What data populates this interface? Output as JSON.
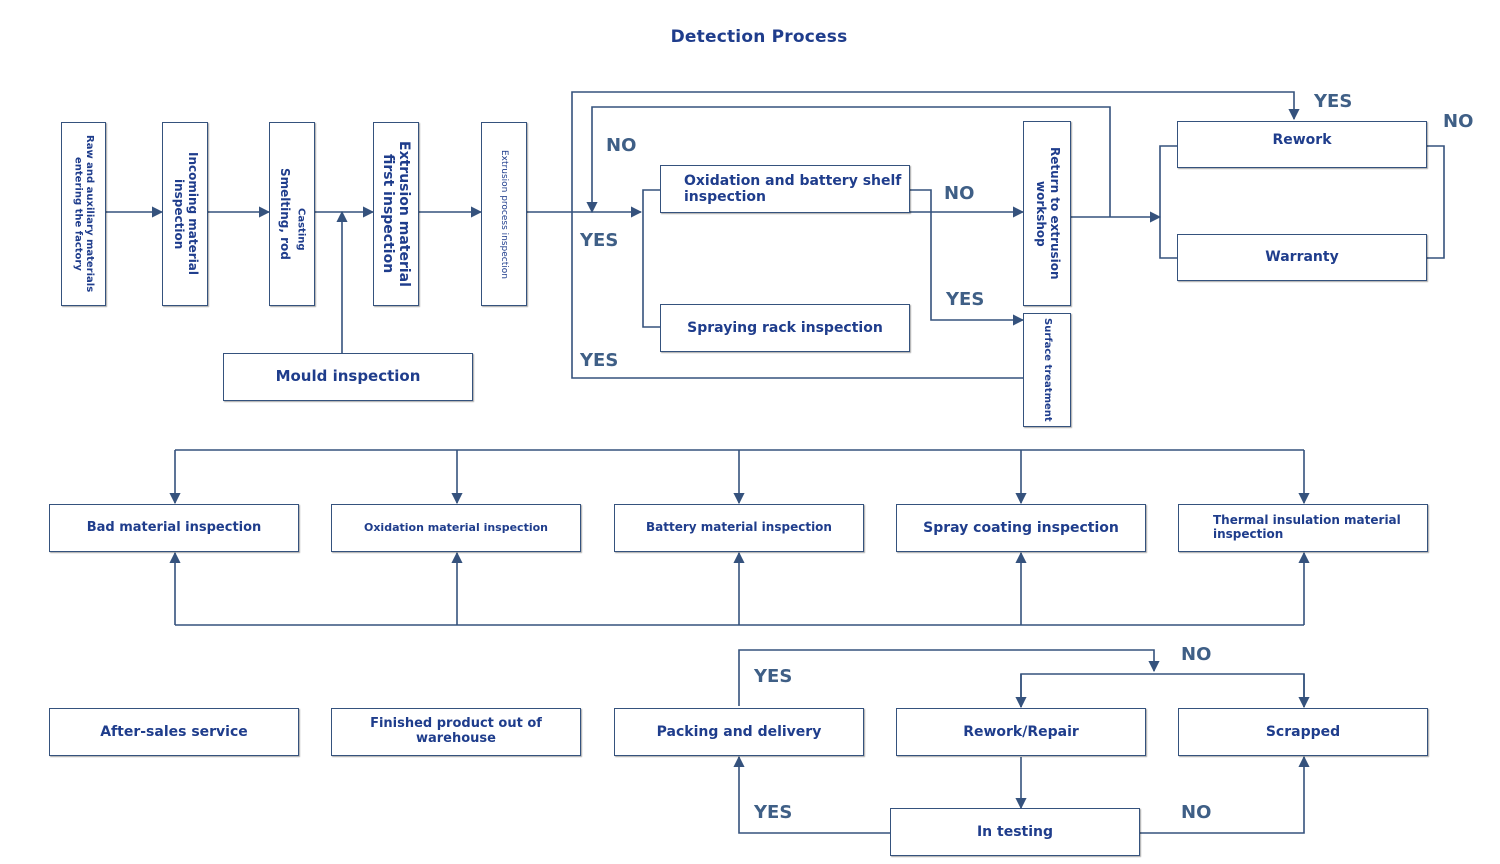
{
  "title": "Detection Process",
  "boxes": {
    "raw": "Raw and auxiliary materials entering the factory",
    "incoming": "Incoming material inspection",
    "smelting": "Smelting, rod",
    "casting": "Casting",
    "extrusion_first": "Extrusion material first inspection",
    "extrusion_process": "Extrusion process inspection",
    "mould": "Mould inspection",
    "oxidation_battery": "Oxidation and battery shelf inspection",
    "spraying_rack": "Spraying rack inspection",
    "return_extrusion": "Return to extrusion workshop",
    "surface_treatment": "Surface treatment",
    "rework": "Rework",
    "warranty": "Warranty",
    "bad_material": "Bad material inspection",
    "oxidation_material": "Oxidation material inspection",
    "battery_material": "Battery material inspection",
    "spray_coating": "Spray coating inspection",
    "thermal": "Thermal insulation material inspection",
    "after_sales": "After-sales service",
    "finished_product": "Finished product out of warehouse",
    "packing": "Packing and delivery",
    "rework_repair": "Rework/Repair",
    "scrapped": "Scrapped",
    "in_testing": "In testing"
  },
  "labels": {
    "yes": "YES",
    "no": "NO"
  },
  "colors": {
    "line": "#35527d",
    "text": "#1f3d8c",
    "label": "#3f5f86"
  }
}
